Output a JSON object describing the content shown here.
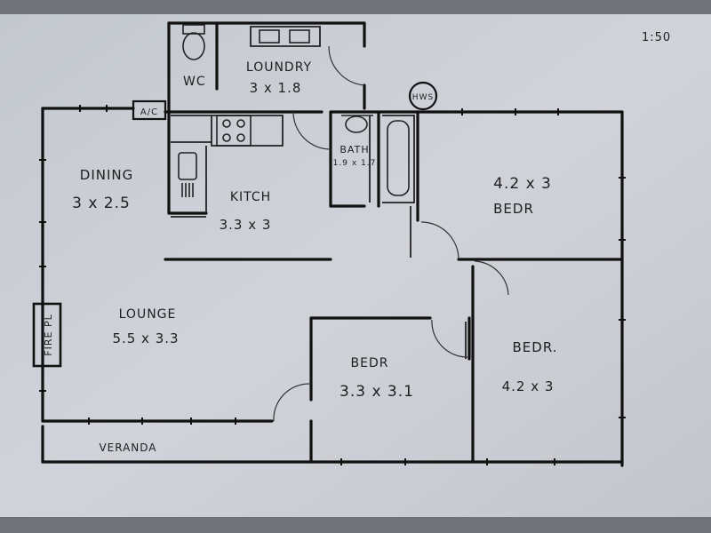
{
  "scale": "1:50",
  "rooms": {
    "laundry": {
      "name": "LOUNDRY",
      "size": "3 x 1.8"
    },
    "wc": {
      "name": "WC"
    },
    "ac": {
      "name": "A/C"
    },
    "hws": {
      "name": "HWS"
    },
    "bath": {
      "name": "BATH",
      "size": "1.9 x 1.7"
    },
    "dining": {
      "name": "DINING",
      "size": "3 x 2.5"
    },
    "kitchen": {
      "name": "KITCH",
      "size": "3.3 x 3"
    },
    "bedroom_ne": {
      "name": "BEDR",
      "size": "4.2 x 3"
    },
    "lounge": {
      "name": "LOUNGE",
      "size": "5.5 x 3.3"
    },
    "bedroom_center": {
      "name": "BEDR",
      "size": "3.3 x 3.1"
    },
    "bedroom_se": {
      "name": "BEDR.",
      "size": "4.2 x 3"
    },
    "veranda": {
      "name": "VERANDA"
    },
    "fireplace": {
      "name": "FIRE PL"
    }
  }
}
